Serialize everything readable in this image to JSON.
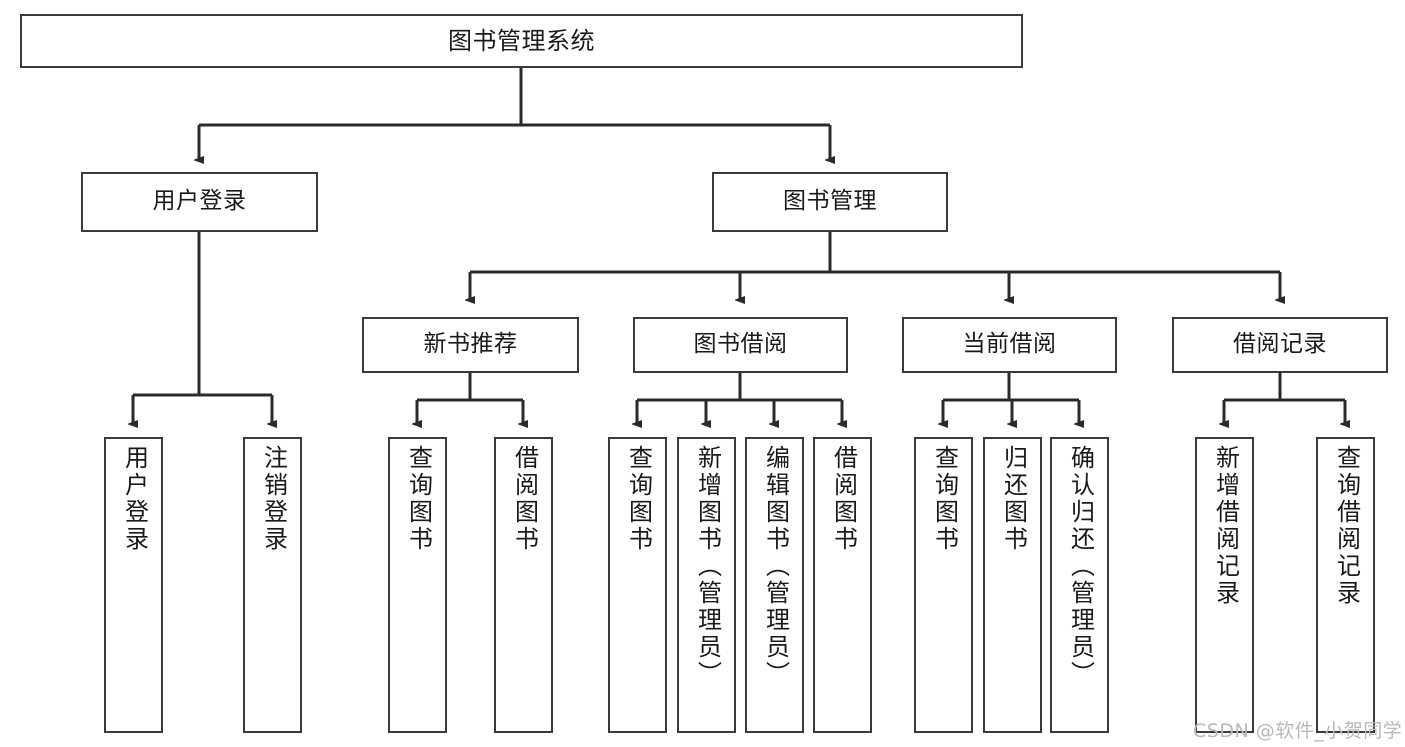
{
  "diagram": {
    "type": "tree",
    "title": "图书管理系统",
    "root": {
      "label": "图书管理系统"
    },
    "level2": [
      {
        "label": "用户登录"
      },
      {
        "label": "图书管理"
      }
    ],
    "level3": [
      {
        "label": "新书推荐"
      },
      {
        "label": "图书借阅"
      },
      {
        "label": "当前借阅"
      },
      {
        "label": "借阅记录"
      }
    ],
    "leaves": {
      "user_login": [
        {
          "label": "用户登录"
        },
        {
          "label": "注销登录"
        }
      ],
      "new_book_recommend": [
        {
          "label": "查询图书"
        },
        {
          "label": "借阅图书"
        }
      ],
      "book_borrow": [
        {
          "label": "查询图书"
        },
        {
          "label": "新增图书（管理员）"
        },
        {
          "label": "编辑图书（管理员）"
        },
        {
          "label": "借阅图书"
        }
      ],
      "current_borrow": [
        {
          "label": "查询图书"
        },
        {
          "label": "归还图书"
        },
        {
          "label": "确认归还（管理员）"
        }
      ],
      "borrow_record": [
        {
          "label": "新增借阅记录"
        },
        {
          "label": "查询借阅记录"
        }
      ]
    }
  },
  "watermark": {
    "text": "CSDN @软件_小贺同学"
  },
  "colors": {
    "border": "#3a3a3a",
    "text": "#1a1a1a",
    "background": "#ffffff",
    "watermark": "#b9b9b9"
  }
}
